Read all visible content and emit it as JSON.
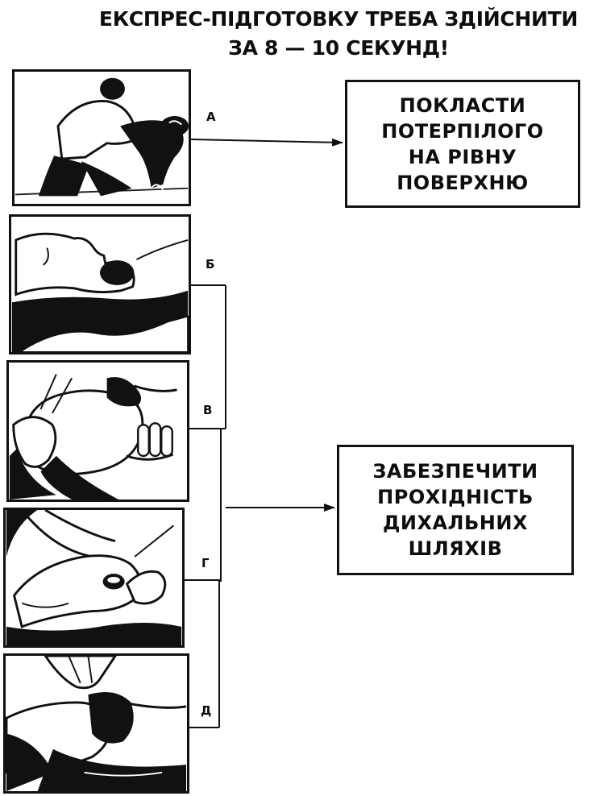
{
  "title": {
    "line1": "ЕКСПРЕС-ПІДГОТОВКУ ТРЕБА ЗДІЙСНИТИ",
    "line2": "ЗА 8 — 10 СЕКУНД!"
  },
  "steps": [
    {
      "letter": "А",
      "illustration": "rescuer-placing-victim-on-flat-surface"
    },
    {
      "letter": "Б",
      "illustration": "head-tilted-back-airway"
    },
    {
      "letter": "В",
      "illustration": "hands-tilting-head-back"
    },
    {
      "letter": "Г",
      "illustration": "jaw-thrust-opening-mouth"
    },
    {
      "letter": "Д",
      "illustration": "mouth-cleaning"
    }
  ],
  "boxes": {
    "top": {
      "lines": [
        "ПОКЛАСТИ",
        "ПОТЕРПІЛОГО",
        "НА РІВНУ",
        "ПОВЕРХНЮ"
      ]
    },
    "bottom": {
      "lines": [
        "ЗАБЕЗПЕЧИТИ",
        "ПРОХІДНІСТЬ",
        "ДИХАЛЬНИХ",
        "ШЛЯХІВ"
      ]
    }
  }
}
